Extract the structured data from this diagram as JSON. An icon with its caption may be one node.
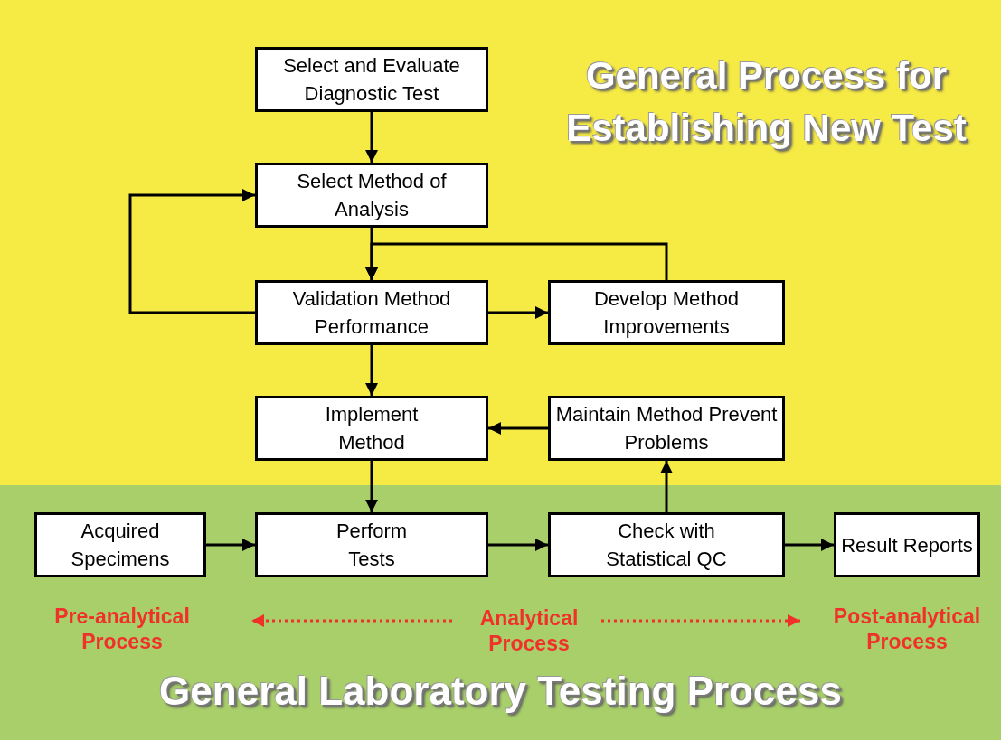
{
  "diagram": {
    "nodes": [
      {
        "text": [
          "General Process for Establishing New Test"
        ]
      },
      {
        "text": [
          "Select and Evaluate Diagnostic Test"
        ],
        "in": 0
      },
      {
        "text": [
          "Select Method of Analysis"
        ],
        "in": 0
      },
      {
        "text": [
          "Validation Method Performance"
        ],
        "in": 0
      },
      {
        "text": [
          "Develop Method Improvements"
        ],
        "in": 0
      },
      {
        "text": [
          "Implement Method"
        ],
        "in": 0
      },
      {
        "text": [
          "Maintain Method Prevent Problems"
        ],
        "in": 0
      },
      {
        "text": [
          "General Laboratory Testing Process"
        ]
      },
      {
        "text": [
          "Acquired Specimens"
        ],
        "in": 7
      },
      {
        "text": [
          "Perform Tests"
        ],
        "in": 7
      },
      {
        "text": [
          "Check with Statistical QC"
        ],
        "in": 7
      },
      {
        "text": [
          "Result Reports"
        ],
        "in": 7
      }
    ],
    "edges": [
      {
        "from": 1,
        "to": 2,
        "arrow": "to"
      },
      {
        "from": 3,
        "to": 2,
        "arrow": "to"
      },
      {
        "from": 2,
        "to": 3,
        "arrow": "to"
      },
      {
        "from": 4,
        "to": 3,
        "arrow": "to"
      },
      {
        "from": 3,
        "to": 4,
        "arrow": "to"
      },
      {
        "from": 3,
        "to": 5,
        "arrow": "to"
      },
      {
        "from": 6,
        "to": 5,
        "arrow": "to"
      },
      {
        "from": 5,
        "to": 9,
        "arrow": "to"
      },
      {
        "from": 8,
        "to": 9,
        "arrow": "to"
      },
      {
        "from": 9,
        "to": 10,
        "arrow": "to"
      },
      {
        "from": 10,
        "to": 6,
        "arrow": "to"
      },
      {
        "from": 10,
        "to": 11,
        "arrow": "to"
      }
    ],
    "labels": [
      "Pre-analytical Process",
      "Analytical Process",
      "Post-analytical Process"
    ]
  }
}
